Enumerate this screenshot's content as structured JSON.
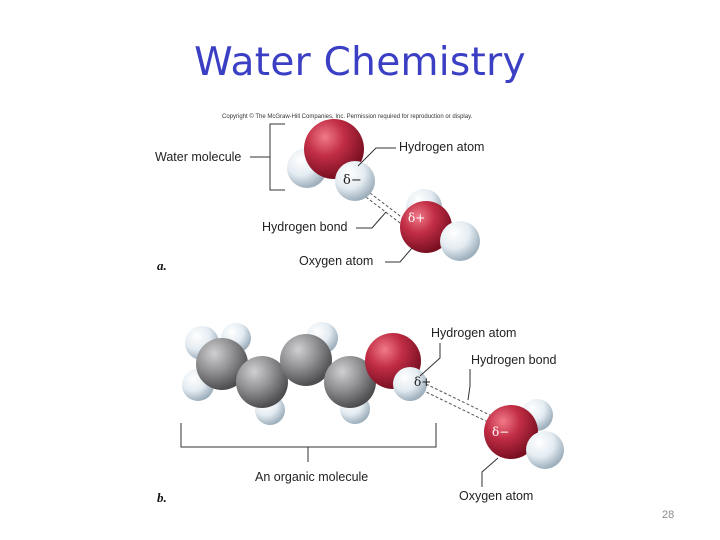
{
  "slide": {
    "title": "Water Chemistry",
    "page_number": "28"
  },
  "figure": {
    "copyright": "Copyright © The McGraw-Hill Companies, Inc. Permission required for reproduction or display.",
    "part_a": {
      "letter": "a.",
      "labels": {
        "water_molecule": "Water molecule",
        "hydrogen_atom": "Hydrogen atom",
        "hydrogen_bond": "Hydrogen bond",
        "oxygen_atom": "Oxygen atom",
        "delta_minus": "δ−",
        "delta_plus": "δ+"
      }
    },
    "part_b": {
      "letter": "b.",
      "labels": {
        "hydrogen_atom": "Hydrogen atom",
        "hydrogen_bond": "Hydrogen bond",
        "organic_molecule": "An organic molecule",
        "oxygen_atom": "Oxygen atom",
        "delta_plus": "δ+",
        "delta_minus": "δ−"
      }
    },
    "colors": {
      "oxygen": "#b5243a",
      "hydrogen": "#e4ecf2",
      "carbon": "#8e8e90",
      "title": "#3b3fc4"
    }
  }
}
